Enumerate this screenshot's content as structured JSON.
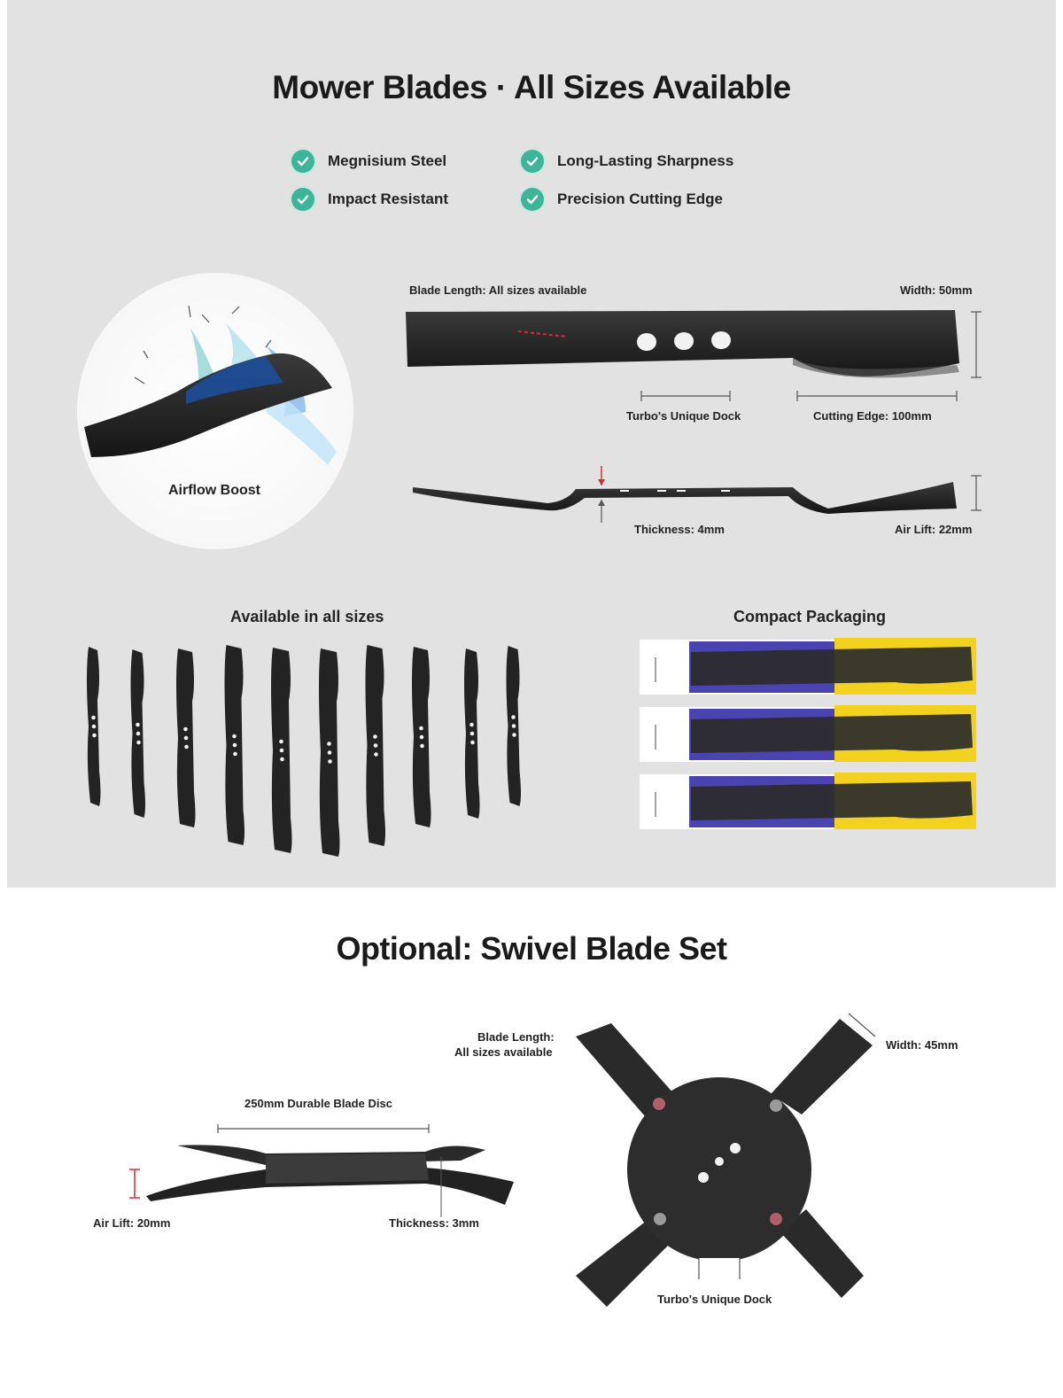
{
  "header": {
    "title": "Mower Blades · All Sizes Available"
  },
  "features": [
    "Megnisium Steel",
    "Long-Lasting Sharpness",
    "Impact Resistant",
    "Precision Cutting Edge"
  ],
  "airflow": {
    "label": "Airflow Boost"
  },
  "blade_specs": {
    "length": "Blade Length: All sizes available",
    "width": "Width: 50mm",
    "dock": "Turbo's Unique Dock",
    "cutting_edge": "Cutting Edge: 100mm",
    "thickness": "Thickness: 4mm",
    "air_lift": "Air Lift: 22mm"
  },
  "sizes": {
    "title": "Available in all sizes"
  },
  "packaging": {
    "title": "Compact Packaging"
  },
  "swivel": {
    "title": "Optional: Swivel Blade Set",
    "disc": "250mm Durable Blade Disc",
    "air_lift": "Air Lift: 20mm",
    "thickness": "Thickness: 3mm",
    "length_line1": "Blade Length:",
    "length_line2": "All sizes available",
    "width": "Width: 45mm",
    "dock": "Turbo's Unique Dock"
  },
  "colors": {
    "panel": "#e2e2e2",
    "check": "#3fb598",
    "blade": "#252525",
    "pack_blue": "#4a43b0",
    "pack_yellow": "#f2d21f",
    "accent_red": "#d62a3a"
  }
}
